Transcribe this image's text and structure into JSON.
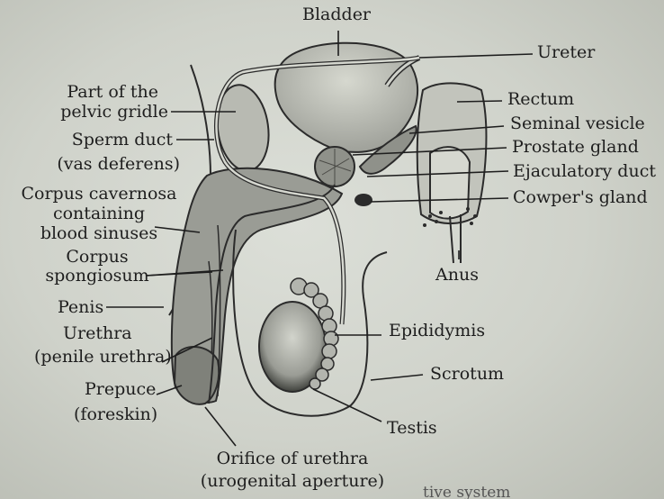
{
  "labels": {
    "bladder": "Bladder",
    "ureter": "Ureter",
    "rectum": "Rectum",
    "seminal_vesicle": "Seminal vesicle",
    "prostate_gland": "Prostate gland",
    "ejaculatory_duct": "Ejaculatory duct",
    "cowpers_gland": "Cowper's gland",
    "anus": "Anus",
    "pelvic_girdle_1": "Part of the",
    "pelvic_girdle_2": "pelvic gridle",
    "sperm_duct_1": "Sperm duct",
    "sperm_duct_2": "(vas deferens)",
    "corpus_cavernosa_1": "Corpus cavernosa",
    "corpus_cavernosa_2": "containing",
    "corpus_cavernosa_3": "blood sinuses",
    "corpus_spongiosum_1": "Corpus",
    "corpus_spongiosum_2": "spongiosum",
    "penis": "Penis",
    "urethra_1": "Urethra",
    "urethra_2": "(penile urethra)",
    "prepuce_1": "Prepuce",
    "prepuce_2": "(foreskin)",
    "epididymis": "Epididymis",
    "scrotum": "Scrotum",
    "testis": "Testis",
    "orifice_1": "Orifice of urethra",
    "orifice_2": "(urogenital aperture)"
  },
  "cutoff_text": "tive system",
  "colors": {
    "paper": "#d3d6ce",
    "ink": "#1e1e1e",
    "tissue_dark": "#8f918a",
    "tissue_mid": "#b3b5ae",
    "tissue_light": "#cfd1ca"
  }
}
